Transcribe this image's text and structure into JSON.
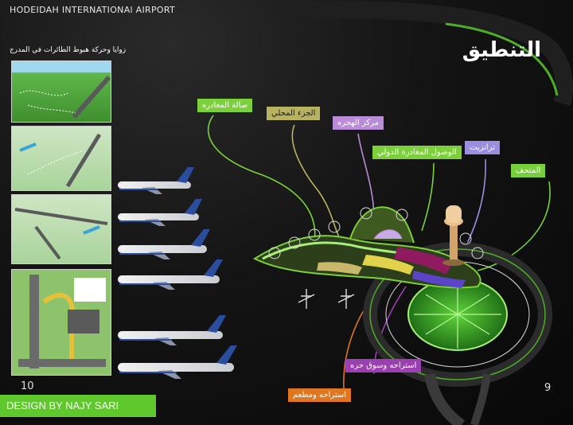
{
  "header": {
    "airport_title": "HODEIDAH INTERNATIONAl AIRPORT",
    "main_title": "التنطيق",
    "caption": "زوايا وحركة هبوط الطائرات في المدرج"
  },
  "labels": {
    "departures_hall": "صالة المغادره",
    "domestic": "الجزء المحلي",
    "hajj_center": "مركز الهجره",
    "intl_arrivals": "الوصول المغادرة الدولي",
    "transit": "ترانزيت",
    "garden": "المتحف",
    "rest_market": "استراحه وسوق حره",
    "rest_restaurant": "استراحه ومطعم"
  },
  "colors": {
    "accent_green": "#5ec82d",
    "light_green": "#7cd03b",
    "olive": "#b7b35e",
    "violet": "#b98bd8",
    "purple": "#9b8ee0",
    "magenta": "#9b3fb3",
    "orange": "#e0761f"
  },
  "footer": {
    "page_left": "10",
    "page_right": "9",
    "credit": "DESIGN BY NAJY SARI"
  },
  "icons": {
    "airplane": "airplane-icon",
    "control_tower": "control-tower-icon"
  }
}
